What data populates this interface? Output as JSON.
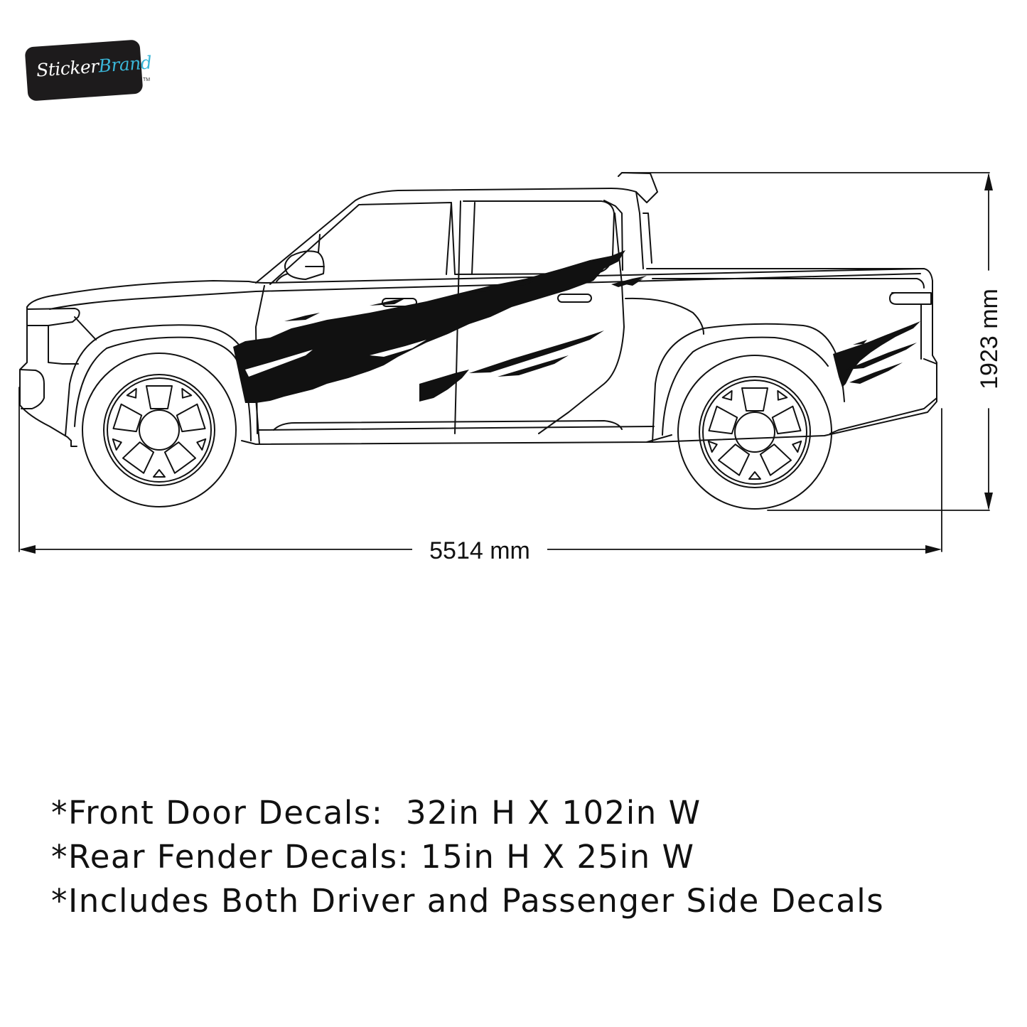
{
  "logo": {
    "part1": "Sticker",
    "part2": "Brand",
    "trademark": "TM",
    "colors": {
      "background": "#1d1b1c",
      "text_primary": "#ffffff",
      "text_accent": "#3ab6d8"
    }
  },
  "diagram": {
    "subject": "pickup truck side view with decal placement",
    "decal_color": "#111111",
    "line_color": "#111111",
    "dimensions": {
      "length_label": "5514 mm",
      "height_label": "1923 mm"
    }
  },
  "notes": [
    "*Front Door Decals:  32in H X 102in W",
    "*Rear Fender Decals: 15in H X 25in W",
    "*Includes Both Driver and Passenger Side Decals"
  ]
}
